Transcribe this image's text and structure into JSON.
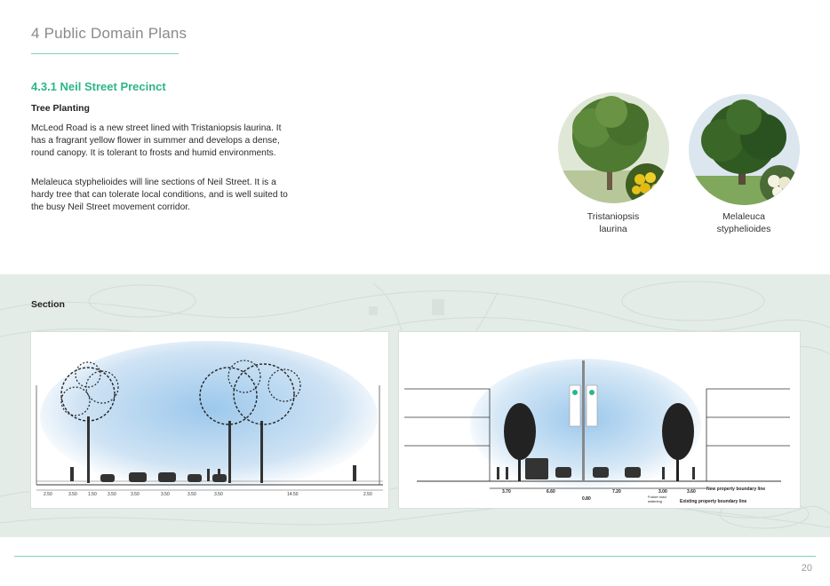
{
  "header": {
    "chapter_title": "4 Public Domain Plans",
    "subsection_title": "4.3.1 Neil Street Precinct"
  },
  "tree_planting": {
    "heading": "Tree Planting",
    "paragraph_1": "McLeod Road is a new street lined with Tristaniopsis laurina. It has a fragrant yellow flower in summer and develops a dense, round canopy. It is tolerant to frosts and humid environments.",
    "paragraph_2": "Melaleuca styphelioides will line sections of Neil Street. It is a hardy tree that can tolerate local conditions, and is well suited to the busy Neil Street movement corridor."
  },
  "tree_images": [
    {
      "caption": "Tristaniopsis\nlaurina",
      "flower_color": "#e8c21a"
    },
    {
      "caption": "Melaleuca\nstyphelioides",
      "flower_color": "#f2f0dc"
    }
  ],
  "section": {
    "label": "Section",
    "left_dimensions": [
      "2.50",
      "3.50",
      "1.50",
      "3.50",
      "3.50",
      "3.50",
      "3.50",
      "3.50",
      "14.50",
      "2.50"
    ],
    "right_dimensions": [
      "3.70",
      "6.60",
      "7.20",
      "3.00",
      "3.60"
    ],
    "right_sub_dimension": "0.80",
    "right_notes": {
      "new_boundary": "New property boundary line",
      "existing_boundary": "Existing property boundary line",
      "future_road_widening": "Future road widening"
    }
  },
  "colors": {
    "accent": "#2db58a",
    "rule": "#7dd3b5",
    "band": "#e3ece7",
    "sky": "#9cc8ec"
  },
  "footer": {
    "page_number": "20"
  }
}
